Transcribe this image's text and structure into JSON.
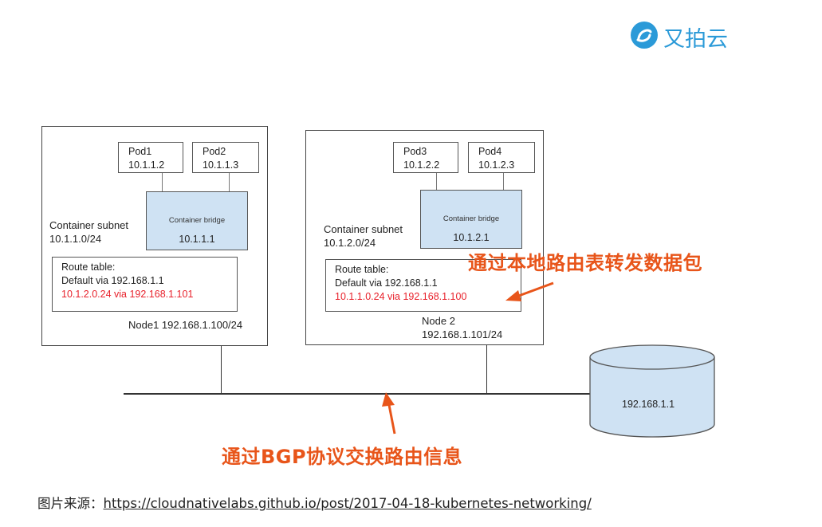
{
  "logo": {
    "text": "又拍云",
    "color": "#2b9ad8"
  },
  "node1": {
    "pods": [
      {
        "name": "Pod1",
        "ip": "10.1.1.2"
      },
      {
        "name": "Pod2",
        "ip": "10.1.1.3"
      }
    ],
    "bridge": {
      "title": "Container bridge",
      "ip": "10.1.1.1"
    },
    "subnet": {
      "label": "Container subnet",
      "cidr": "10.1.1.0/24"
    },
    "route": {
      "title": "Route table:",
      "default": "Default via 192.168.1.1",
      "entry": "10.1.2.0.24 via 192.168.1.101"
    },
    "label": "Node1 192.168.1.100/24"
  },
  "node2": {
    "pods": [
      {
        "name": "Pod3",
        "ip": "10.1.2.2"
      },
      {
        "name": "Pod4",
        "ip": "10.1.2.3"
      }
    ],
    "bridge": {
      "title": "Container bridge",
      "ip": "10.1.2.1"
    },
    "subnet": {
      "label": "Container subnet",
      "cidr": "10.1.2.0/24"
    },
    "route": {
      "title": "Route table:",
      "default": "Default via 192.168.1.1",
      "entry": "10.1.1.0.24 via 192.168.1.100"
    },
    "label_line1": "Node 2",
    "label_line2": "192.168.1.101/24"
  },
  "router": {
    "ip": "192.168.1.1"
  },
  "annotations": {
    "local_route": "通过本地路由表转发数据包",
    "bgp": "通过BGP协议交换路由信息"
  },
  "caption": {
    "prefix": "图片来源：",
    "link": "https://cloudnativelabs.github.io/post/2017-04-18-kubernetes-networking/"
  },
  "colors": {
    "annotation": "#e8551a",
    "route_entry": "#e8212b",
    "bridge_fill": "#cfe2f3"
  }
}
